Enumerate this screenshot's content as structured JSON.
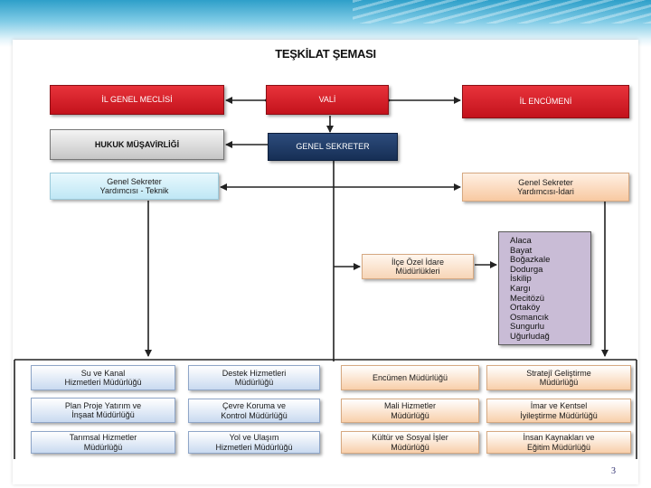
{
  "title": "TEŞKİLAT ŞEMASI",
  "top_row": {
    "il_genel_meclisi": "İL GENEL MECLİSİ",
    "vali": "VALİ",
    "il_encumeni": "İL ENCÜMENİ"
  },
  "second_row": {
    "hukuk": "HUKUK MÜŞAVİRLİĞİ",
    "genel_sekreter": "GENEL SEKRETER"
  },
  "assistants": {
    "teknik": "Genel Sekreter\nYardımcısı - Teknik",
    "idari": "Genel Sekreter\nYardımcısı-İdari"
  },
  "ilce": {
    "label": "İlçe Özel İdare\nMüdürlükleri",
    "districts": [
      "Alaca",
      "Bayat",
      "Boğazkale",
      "Dodurga",
      "İskilip",
      "Kargı",
      "Mecitözü",
      "Ortaköy",
      "Osmancık",
      "Sungurlu",
      "Uğurludağ"
    ]
  },
  "directorates": {
    "col1": [
      "Su ve Kanal\nHizmetleri Müdürlüğü",
      "Plan Proje Yatırım ve\nİnşaat Müdürlüğü",
      "Tarımsal Hizmetler\nMüdürlüğü"
    ],
    "col2": [
      "Destek Hizmetleri\nMüdürlüğü",
      "Çevre Koruma ve\nKontrol Müdürlüğü",
      "Yol ve Ulaşım\nHizmetleri Müdürlüğü"
    ],
    "col3": [
      "Encümen Müdürlüğü",
      "Mali Hizmetler\nMüdürlüğü",
      "Kültür ve Sosyal İşler\nMüdürlüğü"
    ],
    "col4": [
      "Stratejî Geliştirme\nMüdürlüğü",
      "İmar ve Kentsel\nİyileştirme Müdürlüğü",
      "İnsan Kaynakları ve\nEğitim Müdürlüğü"
    ]
  },
  "page_number": "3",
  "colors": {
    "red": "#d41f27",
    "navy": "#1f3c66",
    "lavender": "#c9bcd6",
    "cyan": "#d6f1fa",
    "peach": "#fbd9bd"
  }
}
